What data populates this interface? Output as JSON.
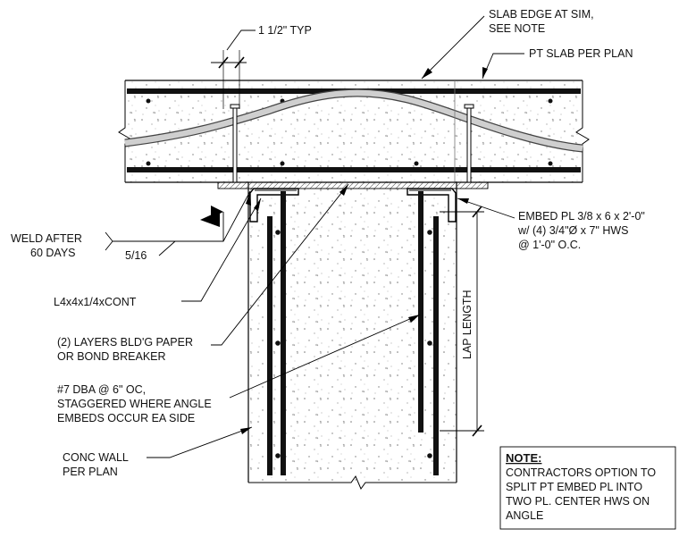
{
  "detail": {
    "labels": {
      "slab_edge": [
        "SLAB EDGE AT SIM,",
        "SEE NOTE"
      ],
      "pt_slab": "PT SLAB PER PLAN",
      "typ_dim": "1 1/2\" TYP",
      "weld": [
        "WELD AFTER",
        "60 DAYS"
      ],
      "weld_size": "5/16",
      "angle": "L4x4x1/4xCONT",
      "paper": [
        "(2) LAYERS BLD'G PAPER",
        "OR BOND BREAKER"
      ],
      "dowels": [
        "#7 DBA @ 6\" OC,",
        "STAGGERED WHERE ANGLE",
        "EMBEDS OCCUR EA SIDE"
      ],
      "wall": [
        "CONC WALL",
        "PER PLAN"
      ],
      "embed": [
        "EMBED PL 3/8 x 6 x 2'-0\"",
        "w/ (4) 3/4\"Ø x 7\" HWS",
        "@ 1'-0\" O.C."
      ],
      "lap": "LAP LENGTH"
    },
    "note": {
      "heading": "NOTE:",
      "lines": [
        "CONTRACTORS OPTION TO",
        "SPLIT PT EMBED PL INTO",
        "TWO PL.  CENTER HWS ON",
        "ANGLE"
      ]
    }
  }
}
